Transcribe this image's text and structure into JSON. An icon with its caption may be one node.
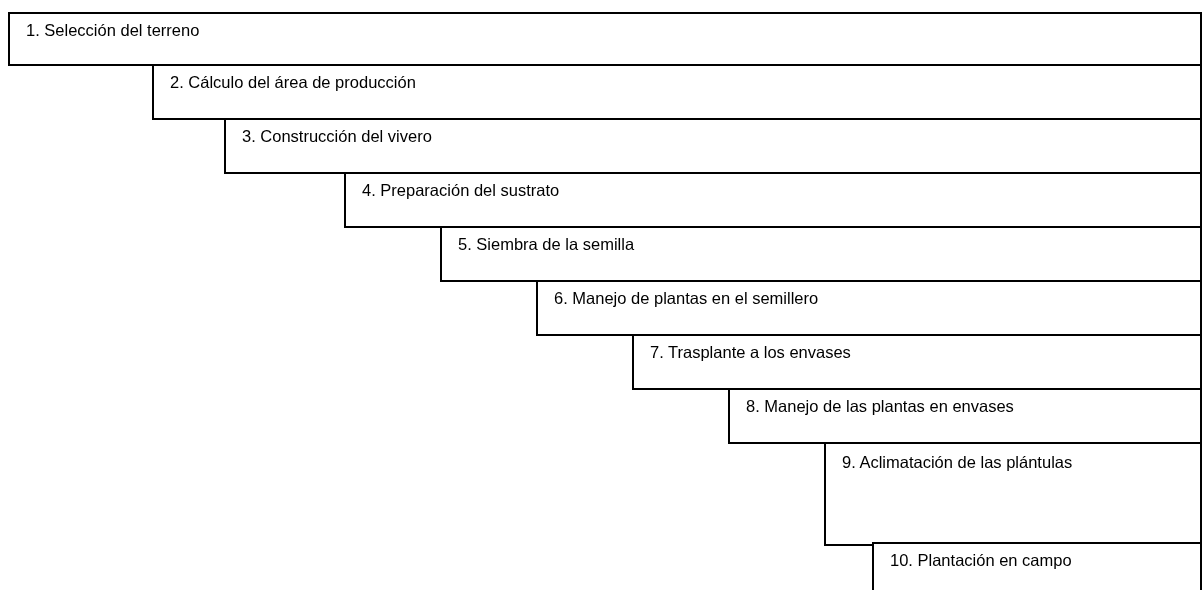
{
  "diagram": {
    "nodes": [
      {
        "text": [
          "1. Selección del terreno"
        ]
      },
      {
        "text": [
          "2. Cálculo del área de producción"
        ]
      },
      {
        "text": [
          "3. Construcción del vivero"
        ]
      },
      {
        "text": [
          "4. Preparación del sustrato"
        ]
      },
      {
        "text": [
          "5. Siembra de la semilla"
        ]
      },
      {
        "text": [
          "6. Manejo de plantas en el semillero"
        ]
      },
      {
        "text": [
          "7. Trasplante a los envases"
        ]
      },
      {
        "text": [
          "8. Manejo de las plantas en envases"
        ]
      },
      {
        "text": [
          "9. Aclimatación de las plántulas"
        ]
      },
      {
        "text": [
          "10. Plantación en campo"
        ]
      }
    ]
  }
}
